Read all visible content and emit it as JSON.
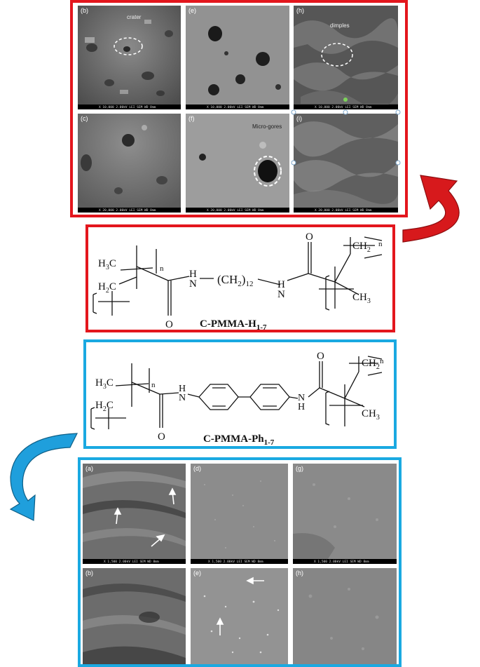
{
  "top_panel": {
    "border_color": "#e3161d",
    "tiles": [
      {
        "id": "b",
        "label": "(b)",
        "annotation": "crater",
        "bar": "X 10,000   2.00kV LEI   SEM   WD 8mm"
      },
      {
        "id": "e",
        "label": "(e)",
        "annotation": "",
        "bar": "X 10,000   2.00kV LEI   SEM   WD 8mm"
      },
      {
        "id": "h",
        "label": "(h)",
        "annotation": "dimples",
        "bar": "X 10,000   2.00kV LEI   SEM   WD 8mm"
      },
      {
        "id": "c",
        "label": "(c)",
        "annotation": "",
        "bar": "X 20,000   2.00kV LEI   SEM   WD 8mm"
      },
      {
        "id": "f",
        "label": "(f)",
        "annotation": "Micro-gores",
        "bar": "X 20,000   2.00kV LEI   SEM   WD 8mm"
      },
      {
        "id": "i",
        "label": "(i)",
        "annotation": "",
        "bar": "X 20,000   2.00kV LEI   SEM   WD 8mm"
      }
    ]
  },
  "structure_h": {
    "border_color": "#e3161d",
    "name": "C-PMMA-H",
    "name_sub": "1-7",
    "h3c": "H",
    "h3c_sub": "3",
    "h3c_c": "C",
    "h2c": "H",
    "h2c_sub": "2",
    "h2c_c": "C",
    "nh1": "N",
    "nh1_h": "H",
    "chain": "(CH",
    "chain_sub2": "2",
    "chain_close": ")",
    "chain_sub12": "12",
    "nh2": "H",
    "nh2_n": "N",
    "o1": "O",
    "o2": "O",
    "ch2_right": "CH",
    "ch2_right_sub": "2",
    "ch3_right": "CH",
    "ch3_right_sub": "3",
    "n_left": "n",
    "n_right": "n"
  },
  "structure_ph": {
    "border_color": "#1aa9e1",
    "name": "C-PMMA-Ph",
    "name_sub": "1-7",
    "h3c": "H",
    "h3c_sub": "3",
    "h3c_c": "C",
    "h2c": "H",
    "h2c_sub": "2",
    "h2c_c": "C",
    "nh1": "N",
    "nh1_h": "H",
    "nh2": "H",
    "nh2_n": "N",
    "o1": "O",
    "o2": "O",
    "ch2_right": "CH",
    "ch2_right_sub": "2",
    "ch3_right": "CH",
    "ch3_right_sub": "3",
    "n_left": "n",
    "n_right": "n"
  },
  "bottom_panel": {
    "border_color": "#1aa9e1",
    "tiles": [
      {
        "id": "a",
        "label": "(a)",
        "bar": "X 1,500   2.00kV LEI   SEM   WD 8mm"
      },
      {
        "id": "d",
        "label": "(d)",
        "bar": "X 1,500   2.00kV LEI   SEM   WD 8mm"
      },
      {
        "id": "g",
        "label": "(g)",
        "bar": "X 1,500   2.00kV LEI   SEM   WD 8mm"
      },
      {
        "id": "b2",
        "label": "(b)",
        "bar": ""
      },
      {
        "id": "e2",
        "label": "(e)",
        "bar": ""
      },
      {
        "id": "h2",
        "label": "(h)",
        "bar": ""
      }
    ]
  },
  "arrow_colors": {
    "red": "#d7191c",
    "blue": "#1f9fdc"
  }
}
